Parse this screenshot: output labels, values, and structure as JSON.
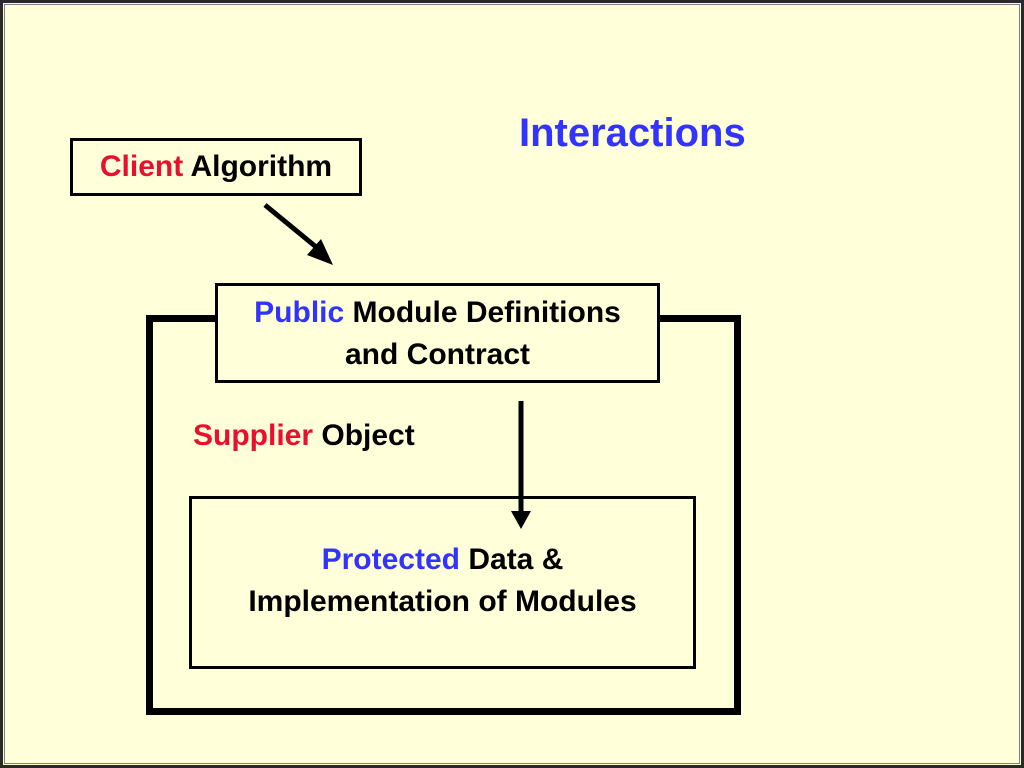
{
  "title": "Interactions",
  "client_box": {
    "highlight": "Client",
    "rest": "Algorithm"
  },
  "public_box": {
    "highlight": "Public",
    "line1_rest": "Module Definitions",
    "line2": "and Contract"
  },
  "supplier_label": {
    "highlight": "Supplier",
    "rest": "Object"
  },
  "protected_box": {
    "highlight": "Protected",
    "line1_rest": "Data &",
    "line2": "Implementation of Modules"
  },
  "colors": {
    "background": "#ffffd9",
    "title": "#3333ff",
    "client_supplier_highlight": "#e8102e",
    "public_protected_highlight": "#3333ff",
    "text": "#000000"
  }
}
